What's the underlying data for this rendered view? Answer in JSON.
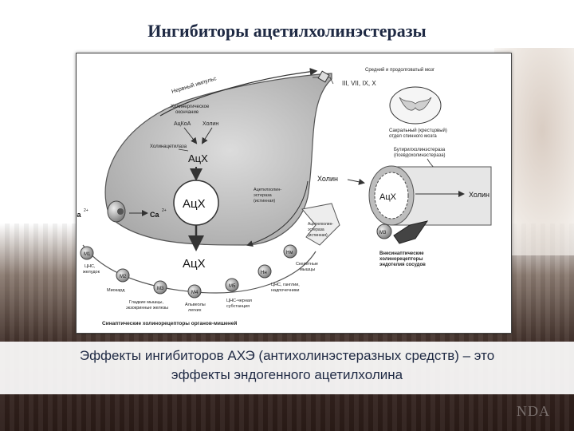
{
  "slide": {
    "title": "Ингибиторы ацетилхолинэстеразы",
    "caption_line1": "Эффекты ингибиторов АХЭ (антихолинэстеразных средств) – это",
    "caption_line2": "эффекты эндогенного ацетилхолина",
    "watermark": "NDA"
  },
  "diagram": {
    "nerve_impulse": "Нервный импульс",
    "cholinergic_ending": "Холинергическое окончание",
    "acetyl_coa": "АцКоА",
    "choline_top": "Холин",
    "choline_acetylase": "Холинацетилаза",
    "ach_1": "АцХ",
    "ach_2": "АцХ",
    "ach_3": "АцХ",
    "ach_vessel": "АцХ",
    "ca_outer": "Ca",
    "ca_inner": "Ca",
    "ca_sup": "2+",
    "choline_mid": "Холин",
    "choline_right": "Холин",
    "ache_true_1": "Ацетилхолин-",
    "ache_true_2": "эстераза",
    "ache_true_3": "(истинная)",
    "ache_true_b1": "Ацетилхолин-",
    "ache_true_b2": "эстераза",
    "ache_true_b3": "(истинная)",
    "spinal_1": "Средний и продолговатый мозг",
    "spinal_nerves": "III, VII, IX, X",
    "sacral_1": "Сакральный (крестцовый)",
    "sacral_2": "отдел спинного мозга",
    "butyryl_1": "Бутирилхолинэстераза",
    "butyryl_2": "(псевдохолинэстераза)",
    "m3": "M3",
    "extrasyn_1": "Внесинаптические",
    "extrasyn_2": "холинорецепторы",
    "extrasyn_3": "эндотелия сосудов",
    "receptors": [
      {
        "label": "M1",
        "text1": "ЦНС,",
        "text2": "желудок"
      },
      {
        "label": "M2",
        "text1": "Миокард",
        "text2": ""
      },
      {
        "label": "M3",
        "text1": "Гладкие мышцы,",
        "text2": "экзокринные железы"
      },
      {
        "label": "M4",
        "text1": "Альвеолы",
        "text2": "легких"
      },
      {
        "label": "M5",
        "text1": "ЦНС-черная",
        "text2": "субстанция"
      },
      {
        "label": "Hм",
        "text1": "Скелетные",
        "text2": "мышцы"
      },
      {
        "label": "Hн",
        "text1": "ЦНС, ганглии,",
        "text2": "надпочечники"
      }
    ],
    "synaptic_caption": "Синаптические холинорецепторы органов-мишеней"
  },
  "colors": {
    "title": "#1f2a44",
    "terminal_fill": "#c8c8c8",
    "vesicle_fill": "#ffffff",
    "line": "#333333"
  }
}
